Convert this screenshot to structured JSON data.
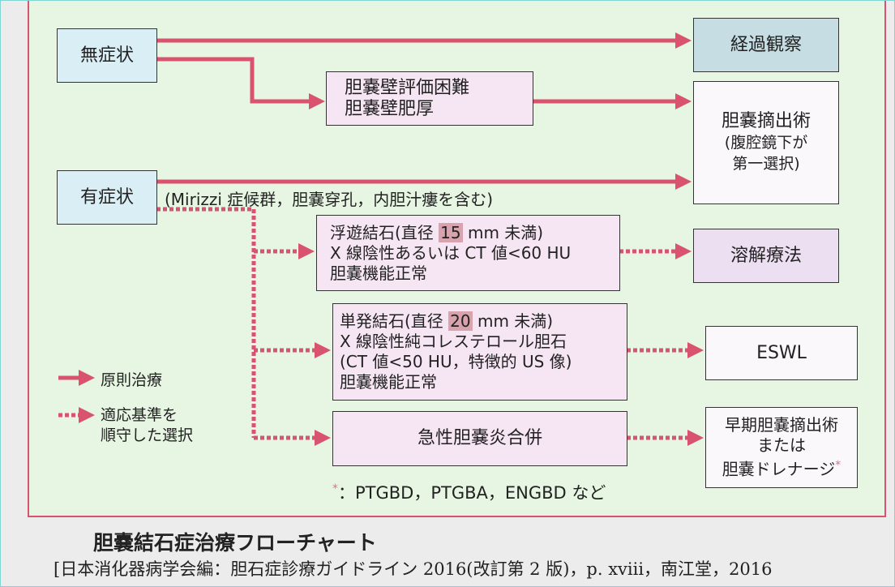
{
  "colors": {
    "arrow": "#d9536f",
    "panel": "#e6f6e2"
  },
  "nodes": {
    "asymptomatic": "無症状",
    "symptomatic": "有症状",
    "symptomatic_note": "(Mirizzi 症候群，胆嚢穿孔，内胆汁瘻を含む)",
    "wall_line1": "胆嚢壁評価困難",
    "wall_line2": "胆嚢壁肥厚",
    "observation": "経過観察",
    "chole_line1": "胆嚢摘出術",
    "chole_line2": "(腹腔鏡下が",
    "chole_line3": "第一選択)",
    "float_line1_a": "浮遊結石(直径 ",
    "float_line1_hl": "15",
    "float_line1_b": " mm 未満)",
    "float_line2": "X 線陰性あるいは CT 値<60 HU",
    "float_line3": "胆嚢機能正常",
    "dissolution": "溶解療法",
    "single_line1_a": "単発結石(直径 ",
    "single_line1_hl": "20",
    "single_line1_b": " mm 未満)",
    "single_line2": "X 線陰性純コレステロール胆石",
    "single_line3": "(CT 値<50 HU，特徴的 US 像)",
    "single_line4": "胆嚢機能正常",
    "eswl": "ESWL",
    "acute": "急性胆嚢炎合併",
    "early_line1": "早期胆嚢摘出術",
    "early_line2": "または",
    "early_line3": "胆嚢ドレナージ",
    "asterisk": "*"
  },
  "legend": {
    "solid": "原則治療",
    "dotted_line1": "適応基準を",
    "dotted_line2": "順守した選択"
  },
  "footnote": {
    "mark": "*",
    "text": "：PTGBD，PTGBA，ENGBD など"
  },
  "caption": {
    "title": "胆嚢結石症治療フローチャート",
    "citation": "[日本消化器病学会編：胆石症診療ガイドライン 2016(改訂第 2 版)，p. xviii，南江堂，2016"
  }
}
